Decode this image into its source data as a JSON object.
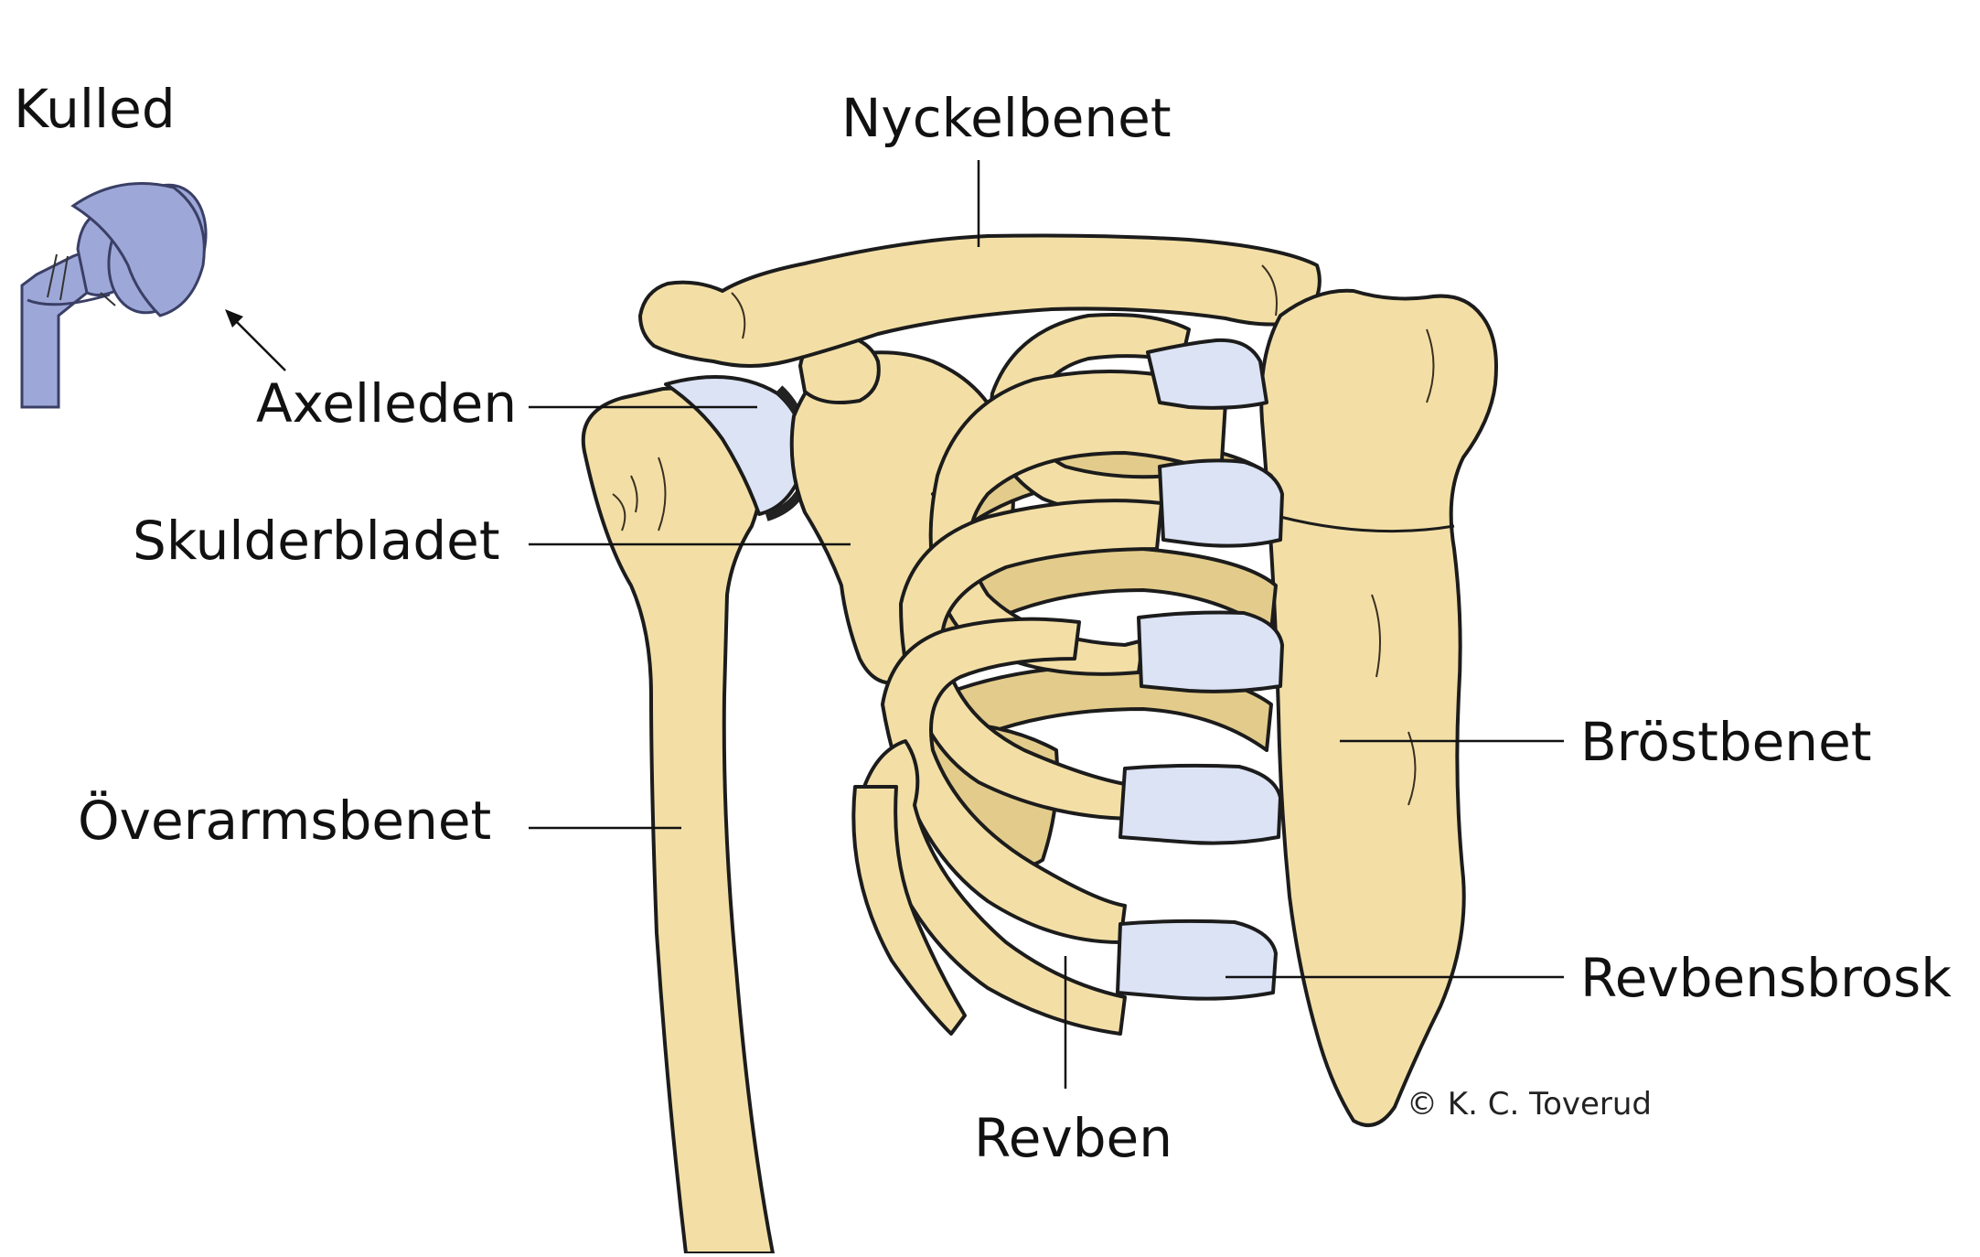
{
  "labels": {
    "ball_joint": "Kulled",
    "clavicle": "Nyckelbenet",
    "shoulder_joint": "Axelleden",
    "scapula": "Skulderbladet",
    "humerus": "Överarmsbenet",
    "sternum": "Bröstbenet",
    "costal_cartilage": "Revbensbrosk",
    "rib": "Revben"
  },
  "copyright": "© K. C. Toverud",
  "colors": {
    "bone": "#f3dfa6",
    "bone_shadow": "#e3cc8b",
    "cartilage": "#dbe3f5",
    "joint_model": "#9ea8d8",
    "outline": "#1c1c1c"
  }
}
